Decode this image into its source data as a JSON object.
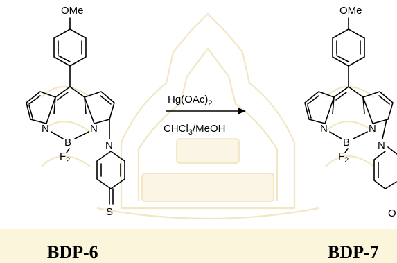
{
  "reactant": {
    "name": "BDP-6",
    "substituent": "OMe",
    "hetero_atoms": [
      "N",
      "B",
      "N",
      "N"
    ],
    "boron_substituent": "F2",
    "terminal_atom": "S"
  },
  "product": {
    "name": "BDP-7",
    "substituent": "OMe",
    "hetero_atoms": [
      "N",
      "B",
      "N",
      "N"
    ],
    "boron_substituent": "F2",
    "terminal_atom": "O"
  },
  "reaction": {
    "reagent_main": "Hg(OAc)",
    "reagent_sub": "2",
    "solvent_a": "CHCl",
    "solvent_sub": "3",
    "solvent_b": "/MeOH"
  },
  "colors": {
    "watermark": "#f1e7c3",
    "ink": "#000000"
  }
}
